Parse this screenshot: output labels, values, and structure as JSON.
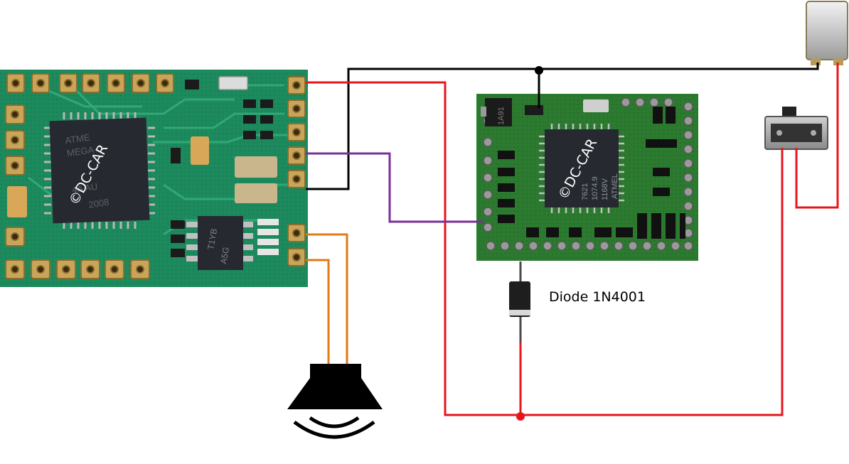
{
  "colors": {
    "wire_power": "#e8141c",
    "wire_ground": "#000000",
    "wire_signal": "#7a2f98",
    "wire_speaker": "#e07a14",
    "pcb_left": "#1d8a5e",
    "pcb_right": "#2c7a30",
    "pad_gold": "#c8a55a",
    "chip_body": "#262a30"
  },
  "icons": {
    "speaker": "speaker-icon",
    "diode": "diode-icon",
    "switch": "slide-switch-icon",
    "reed": "reed-contact-icon"
  },
  "boards": {
    "left": {
      "watermark": "©DC-CAR",
      "chip_marking": [
        "ATME",
        "MEGA",
        "4A AU",
        "2008"
      ],
      "regulator_marking": [
        "T1YB",
        "A5G"
      ]
    },
    "right": {
      "watermark": "©DC-CAR",
      "chip_marking": [
        "ATMEL",
        "1168V",
        "1074.9",
        "7621"
      ],
      "transistor_marking": "1A91"
    }
  },
  "labels": {
    "diode": "Diode 1N4001"
  }
}
